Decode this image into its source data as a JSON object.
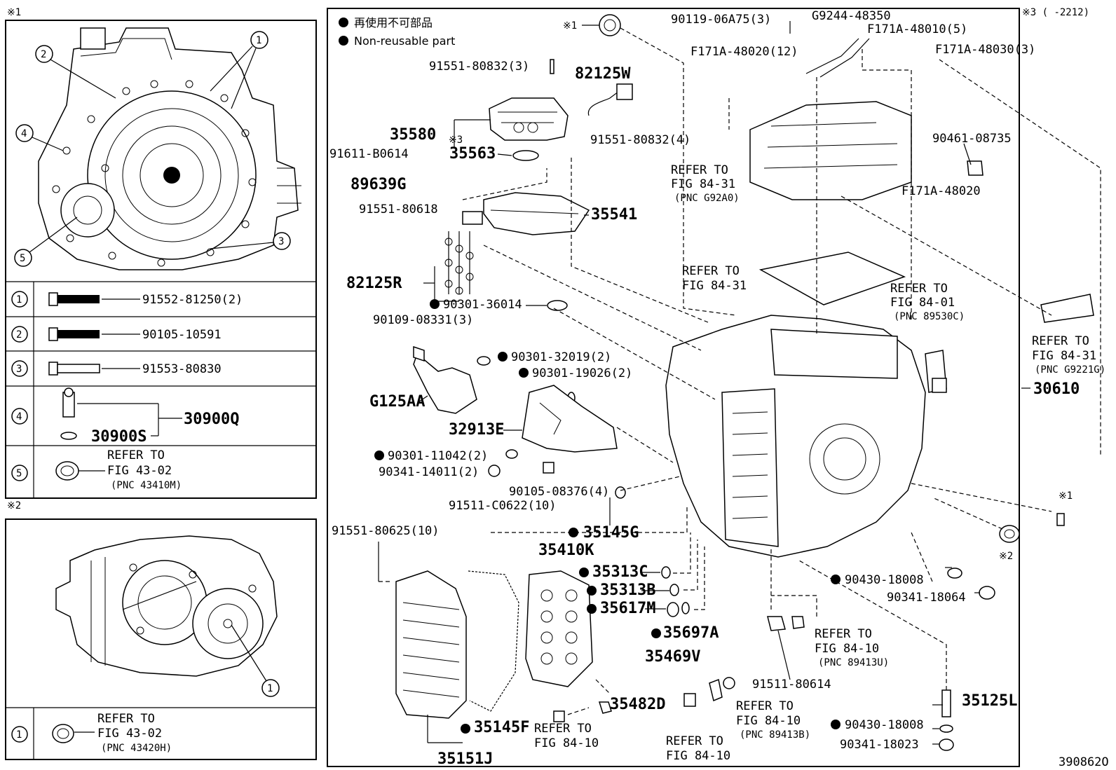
{
  "figure_code": "390862O",
  "legend": {
    "jp": "再使用不可部品",
    "en": "Non-reusable part"
  },
  "marks": {
    "m1": "※1",
    "m2": "※2",
    "m3": "※3"
  },
  "date_note": "※3 (      -2212)",
  "inset1": {
    "rows": [
      {
        "no": "1",
        "part": "91552-81250(2)"
      },
      {
        "no": "2",
        "part": "90105-10591"
      },
      {
        "no": "3",
        "part": "91553-80830"
      },
      {
        "no": "4",
        "part_a": "30900Q",
        "part_b": "30900S"
      },
      {
        "no": "5",
        "refer": [
          "REFER TO",
          "FIG 43-02",
          "(PNC 43410M)"
        ]
      }
    ],
    "callouts": [
      "1",
      "2",
      "3",
      "4",
      "5"
    ]
  },
  "inset2": {
    "rows": [
      {
        "no": "1",
        "refer": [
          "REFER TO",
          "FIG 43-02",
          "(PNC 43420H)"
        ]
      }
    ],
    "callouts": [
      "1"
    ]
  },
  "labels": {
    "p90119": "90119-06A75(3)",
    "pG9244": "G9244-48350",
    "pF171A48010": "F171A-48010(5)",
    "pF171A48020_12": "F171A-48020(12)",
    "pF171A48030": "F171A-48030(3)",
    "p91551_80832_3": "91551-80832(3)",
    "p82125W": "82125W",
    "p35580": "35580",
    "p35563": "35563",
    "p91551_80832_4": "91551-80832(4)",
    "p91611": "91611-B0614",
    "p89639G": "89639G",
    "p91551_80618": "91551-80618",
    "p35541": "35541",
    "p82125R": "82125R",
    "p90301_36014": "90301-36014",
    "p90109": "90109-08331(3)",
    "p90301_32019": "90301-32019(2)",
    "p90301_19026": "90301-19026(2)",
    "pG125AA": "G125AA",
    "p32913E": "32913E",
    "p90301_11042": "90301-11042(2)",
    "p90341_14011": "90341-14011(2)",
    "p90105_08376": "90105-08376(4)",
    "p91511_C0622": "91511-C0622(10)",
    "p91551_80625": "91551-80625(10)",
    "p35145G": "35145G",
    "p35410K": "35410K",
    "p35313C": "35313C",
    "p35313B": "35313B",
    "p35617M": "35617M",
    "p35697A": "35697A",
    "p35469V": "35469V",
    "p35482D": "35482D",
    "p35145F": "35145F",
    "p35151J": "35151J",
    "p91511_80614": "91511-80614",
    "p35125L": "35125L",
    "p90430_a": "90430-18008",
    "p90341_18064": "90341-18064",
    "p90430_b": "90430-18008",
    "p90341_18023": "90341-18023",
    "p90461": "90461-08735",
    "pF171A48020": "F171A-48020",
    "p30610": "30610"
  },
  "refers": {
    "r1": [
      "REFER TO",
      "FIG 84-31",
      "(PNC G92A0)"
    ],
    "r2": [
      "REFER TO",
      "FIG 84-31"
    ],
    "r3": [
      "REFER TO",
      "FIG 84-01",
      "(PNC 89530C)"
    ],
    "r4": [
      "REFER TO",
      "FIG 84-31",
      "(PNC G9221G)"
    ],
    "r5": [
      "REFER TO",
      "FIG 84-10",
      "(PNC 89413U)"
    ],
    "r6": [
      "REFER TO",
      "FIG 84-10",
      "(PNC 89413B)"
    ],
    "r7": [
      "REFER TO",
      "FIG 84-10"
    ],
    "r8": [
      "REFER TO",
      "FIG 84-10"
    ]
  }
}
